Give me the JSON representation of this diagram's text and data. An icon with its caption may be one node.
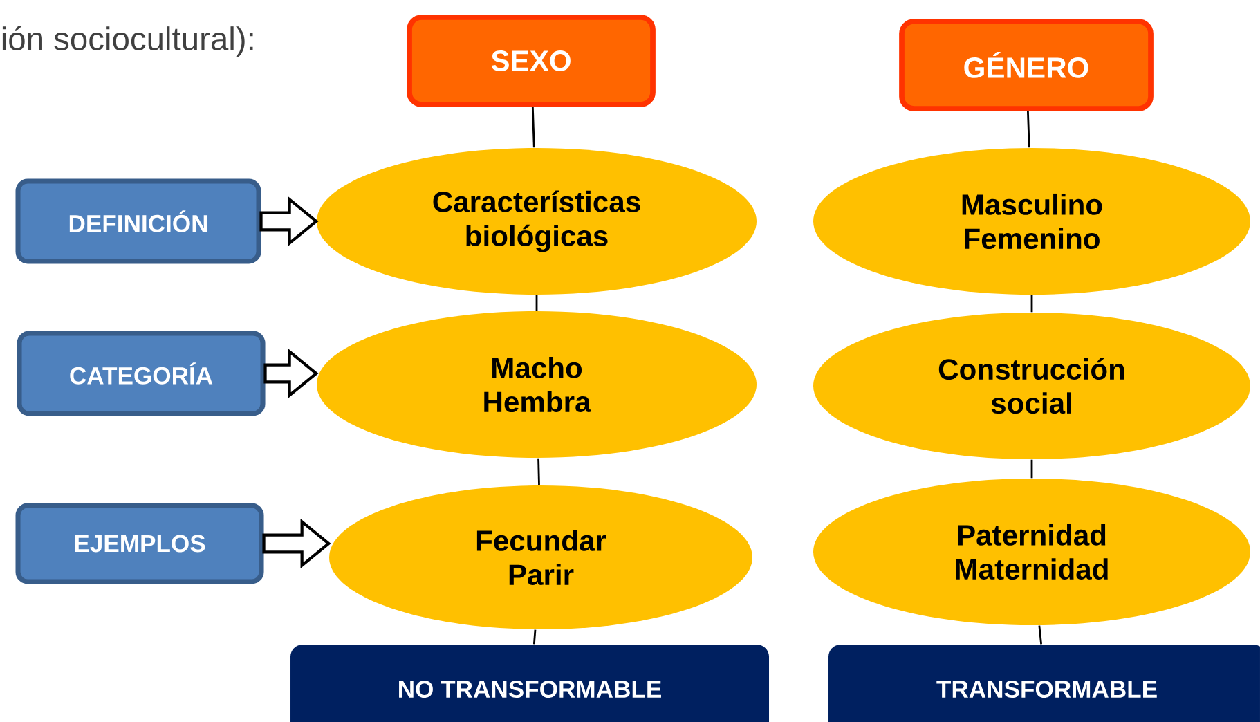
{
  "diagram": {
    "nodes": [
      {
        "text": [
          "SEXO"
        ]
      },
      {
        "text": [
          "GÉNERO"
        ]
      },
      {
        "text": [
          "DEFINICIÓN"
        ]
      },
      {
        "text": [
          "Características biológicas"
        ]
      },
      {
        "text": [
          "Masculino Femenino"
        ]
      },
      {
        "text": [
          "CATEGORÍA"
        ]
      },
      {
        "text": [
          "Macho Hembra"
        ]
      },
      {
        "text": [
          "Construcción social"
        ]
      },
      {
        "text": [
          "EJEMPLOS"
        ]
      },
      {
        "text": [
          "Fecundar Parir"
        ]
      },
      {
        "text": [
          "Paternidad Maternidad"
        ]
      },
      {
        "text": [
          "NO TRANSFORMABLE"
        ]
      },
      {
        "text": [
          "TRANSFORMABLE"
        ]
      }
    ],
    "edges": [
      {
        "from": 0,
        "to": 3,
        "arrow": "none"
      },
      {
        "from": 3,
        "to": 6,
        "arrow": "none"
      },
      {
        "from": 6,
        "to": 9,
        "arrow": "none"
      },
      {
        "from": 9,
        "to": 11,
        "arrow": "none"
      },
      {
        "from": 1,
        "to": 4,
        "arrow": "none"
      },
      {
        "from": 4,
        "to": 7,
        "arrow": "none"
      },
      {
        "from": 7,
        "to": 10,
        "arrow": "none"
      },
      {
        "from": 10,
        "to": 12,
        "arrow": "none"
      },
      {
        "from": 2,
        "to": 3,
        "arrow": "to",
        "style": "thick"
      },
      {
        "from": 5,
        "to": 6,
        "arrow": "to",
        "style": "thick"
      },
      {
        "from": 8,
        "to": 9,
        "arrow": "to",
        "style": "thick"
      }
    ],
    "labels": [
      "ión sociocultural):"
    ]
  }
}
